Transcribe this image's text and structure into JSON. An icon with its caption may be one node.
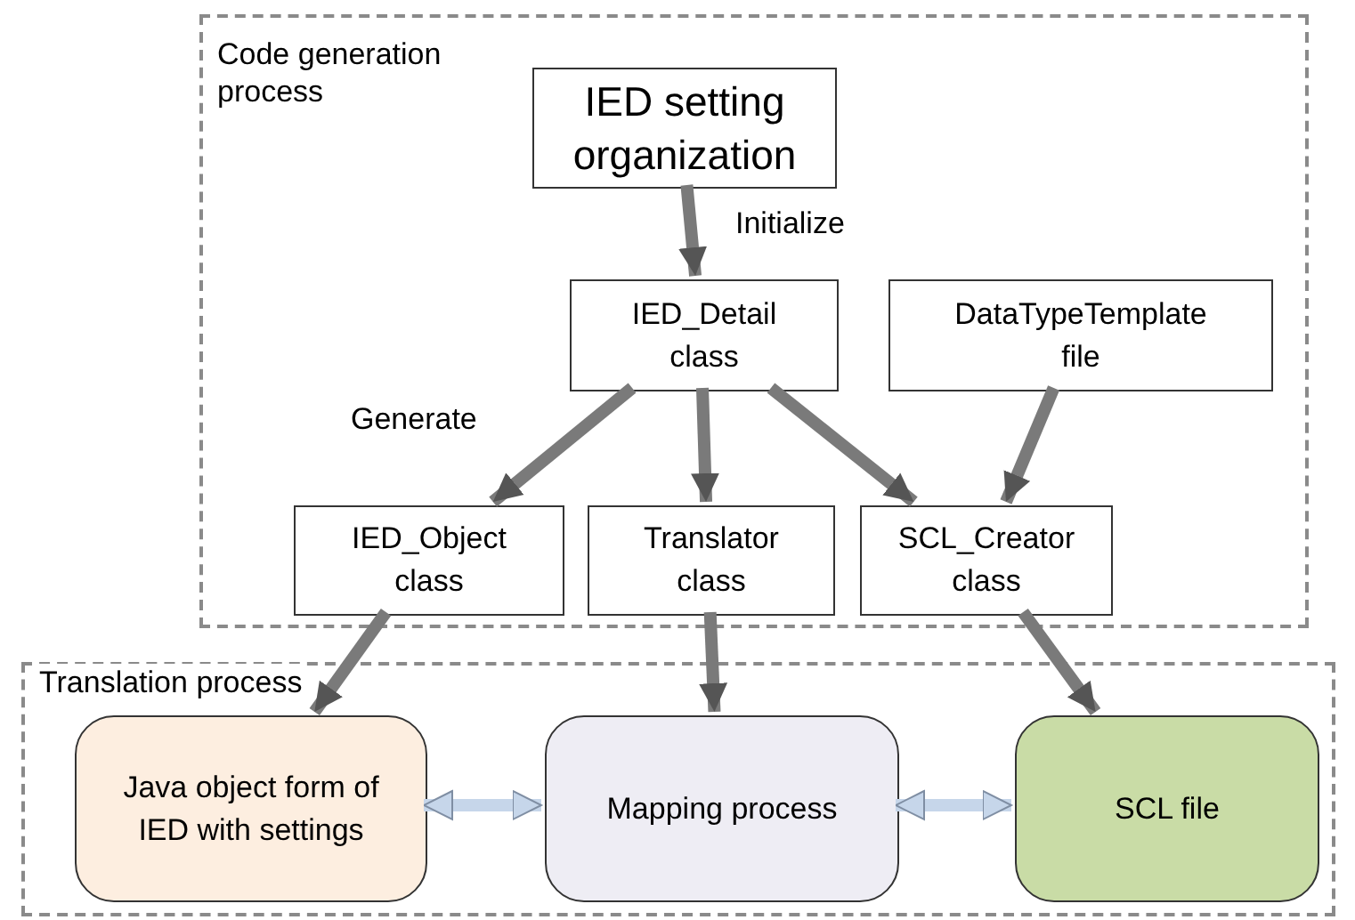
{
  "diagram": {
    "nodes": [
      {
        "text": [
          "Code generation process"
        ]
      },
      {
        "text": [
          "IED setting organization"
        ],
        "in": 0
      },
      {
        "text": [
          "IED_Detail class"
        ],
        "in": 0
      },
      {
        "text": [
          "DataTypeTemplate file"
        ],
        "in": 0
      },
      {
        "text": [
          "IED_Object class"
        ],
        "in": 0
      },
      {
        "text": [
          "Translator class"
        ],
        "in": 0
      },
      {
        "text": [
          "SCL_Creator class"
        ],
        "in": 0
      },
      {
        "text": [
          "Translation process"
        ]
      },
      {
        "text": [
          "Java object form of IED with settings"
        ],
        "in": 7
      },
      {
        "text": [
          "Mapping process"
        ],
        "in": 7
      },
      {
        "text": [
          "SCL file"
        ],
        "in": 7
      }
    ],
    "edges": [
      {
        "from": 1,
        "to": 2,
        "arrow": "to",
        "label": "Initialize"
      },
      {
        "from": 2,
        "to": 4,
        "arrow": "to",
        "label": "Generate"
      },
      {
        "from": 2,
        "to": 5,
        "arrow": "to"
      },
      {
        "from": 2,
        "to": 6,
        "arrow": "to"
      },
      {
        "from": 3,
        "to": 6,
        "arrow": "to"
      },
      {
        "from": 4,
        "to": 8,
        "arrow": "to"
      },
      {
        "from": 5,
        "to": 9,
        "arrow": "to"
      },
      {
        "from": 6,
        "to": 10,
        "arrow": "to"
      },
      {
        "from": 8,
        "to": 9,
        "arrow": "both",
        "color": "#c6d6ea"
      },
      {
        "from": 9,
        "to": 10,
        "arrow": "both",
        "color": "#c6d6ea"
      }
    ]
  }
}
